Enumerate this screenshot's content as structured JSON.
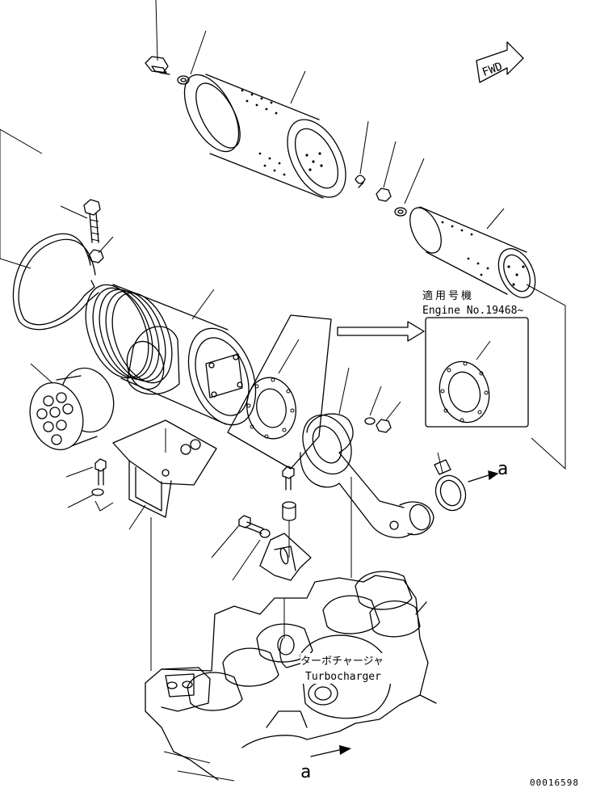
{
  "fwd_label": "FWD",
  "callout": {
    "jp": "適用号機",
    "en": "Engine No.19468~"
  },
  "turbo": {
    "jp": "ターボチャージャ",
    "en": "Turbocharger"
  },
  "ref_a": "a",
  "drawing_number": "00016598"
}
